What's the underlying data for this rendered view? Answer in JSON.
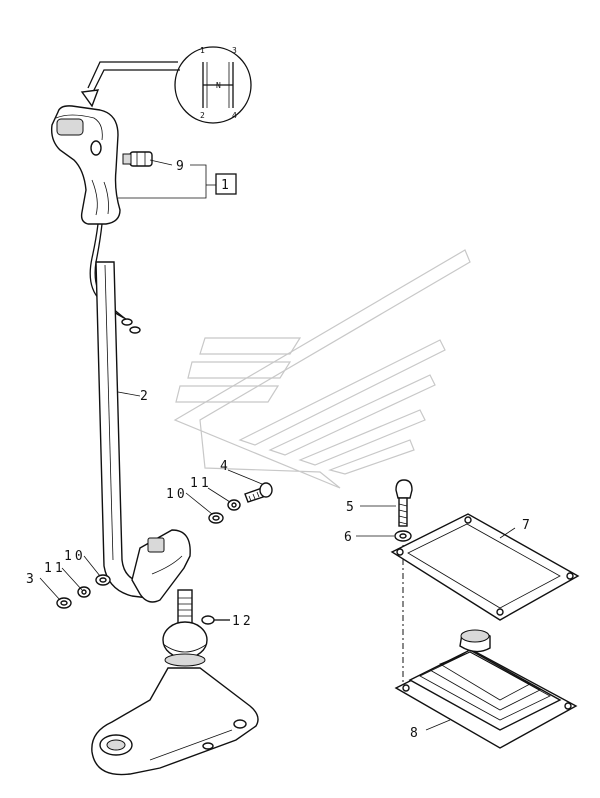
{
  "callouts": [
    {
      "id": "1",
      "label": "1",
      "boxed": true
    },
    {
      "id": "2",
      "label": "2"
    },
    {
      "id": "3",
      "label": "3"
    },
    {
      "id": "4",
      "label": "4"
    },
    {
      "id": "5",
      "label": "5"
    },
    {
      "id": "6",
      "label": "6"
    },
    {
      "id": "7",
      "label": "7"
    },
    {
      "id": "8",
      "label": "8"
    },
    {
      "id": "9",
      "label": "9"
    },
    {
      "id": "10a",
      "label": "10"
    },
    {
      "id": "10b",
      "label": "10"
    },
    {
      "id": "11a",
      "label": "11"
    },
    {
      "id": "11b",
      "label": "11"
    },
    {
      "id": "12",
      "label": "12"
    }
  ],
  "shift_pattern": {
    "gears": [
      "1",
      "2",
      "3",
      "4"
    ],
    "neutral": "N"
  }
}
